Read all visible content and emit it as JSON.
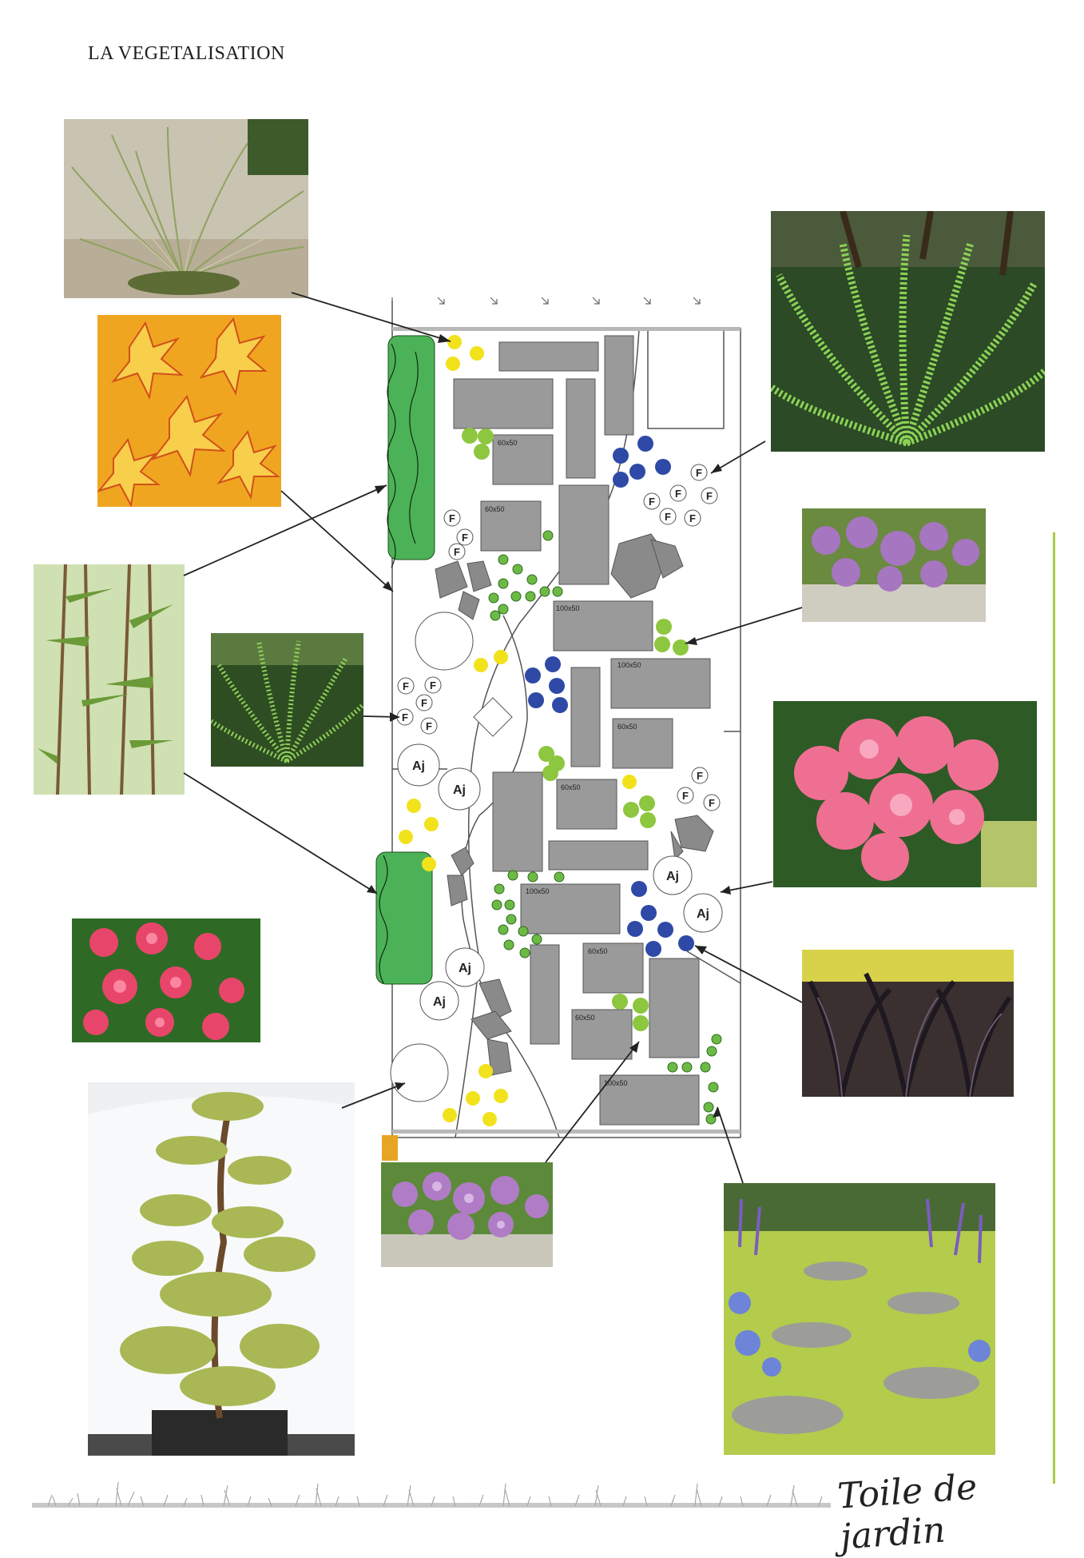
{
  "page": {
    "title": "LA VEGETALISATION",
    "signature": "Toile de jardin"
  },
  "plan_labels": {
    "fern": "F",
    "azalea": "Aj",
    "slab_60x50": "60x50",
    "slab_100x50": "100x50"
  },
  "photos": [
    {
      "name": "photo-stipa-grass",
      "subject": "fine feather grass"
    },
    {
      "name": "photo-orange-maple",
      "subject": "orange japanese maple leaves"
    },
    {
      "name": "photo-bamboo",
      "subject": "bamboo stems"
    },
    {
      "name": "photo-fern-small",
      "subject": "fern clump"
    },
    {
      "name": "photo-red-azalea",
      "subject": "red azalea flowers"
    },
    {
      "name": "photo-cloud-pine",
      "subject": "topiary cloud pine in pot"
    },
    {
      "name": "photo-thyme-center",
      "subject": "purple thyme on rock"
    },
    {
      "name": "photo-fern-large",
      "subject": "large fern clump"
    },
    {
      "name": "photo-thyme-right",
      "subject": "purple thyme on rock"
    },
    {
      "name": "photo-pink-azalea",
      "subject": "pink azalea shrub"
    },
    {
      "name": "photo-black-grass",
      "subject": "black mondo grass"
    },
    {
      "name": "photo-stepping-stones",
      "subject": "stepping stones with groundcover and salvia"
    }
  ],
  "colors": {
    "slab": "#9a9a9a",
    "yellow_plant": "#f2e21c",
    "green_plant": "#8dc63f",
    "blue_plant": "#2e4aa6",
    "small_dot": "#6cba45",
    "accent_rule": "#a9c94a",
    "orange_post": "#e8a524"
  }
}
